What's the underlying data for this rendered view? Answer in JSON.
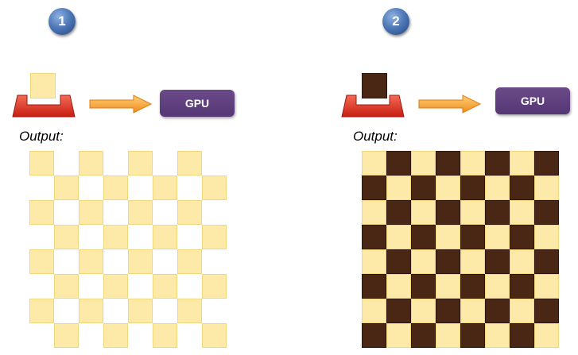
{
  "panels": [
    {
      "step": "1",
      "tile_color": "#fdeaa8",
      "gpu_label": "GPU",
      "output_label": "Output:",
      "board": {
        "rows": 8,
        "cols": 8,
        "light_color": "#fdeaa8",
        "dark_color": null,
        "pattern": "light-only"
      }
    },
    {
      "step": "2",
      "tile_color": "#4a2615",
      "gpu_label": "GPU",
      "output_label": "Output:",
      "board": {
        "rows": 8,
        "cols": 8,
        "light_color": "#fdeaa8",
        "dark_color": "#4a2615",
        "pattern": "full"
      }
    }
  ],
  "colors": {
    "badge": "#4f79b8",
    "tray": "#e8382a",
    "arrow": "#f59a2b",
    "gpu": "#5e3f7e"
  },
  "icons": [
    "step-badge",
    "tray-icon",
    "arrow-icon",
    "gpu-box"
  ]
}
